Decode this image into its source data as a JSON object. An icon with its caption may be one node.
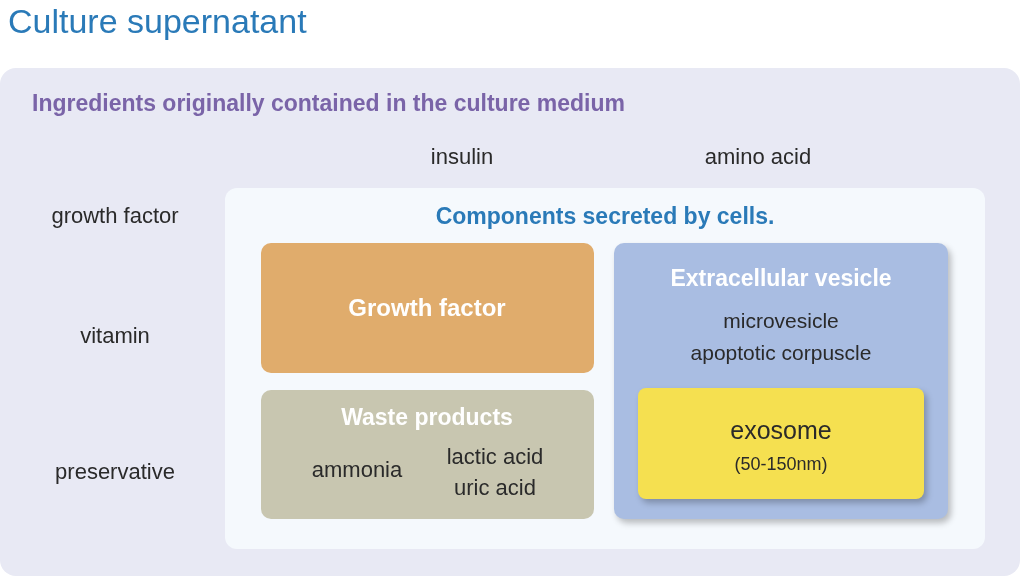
{
  "diagram": {
    "title": "Culture supernatant",
    "nodes": [
      {
        "text": [
          "Ingredients originally contained in the culture medium"
        ]
      },
      {
        "text": [
          "Components secreted by cells."
        ],
        "in": 0
      },
      {
        "text": [
          "Growth factor"
        ],
        "in": 1
      },
      {
        "text": [
          "Waste products",
          "ammonia",
          "lactic acid",
          "uric acid"
        ],
        "in": 1
      },
      {
        "text": [
          "Extracellular vesicle",
          "microvesicle",
          "apoptotic corpuscle"
        ],
        "in": 1
      },
      {
        "text": [
          "exosome",
          "(50-150nm)"
        ],
        "in": 4
      }
    ],
    "labels": [
      "insulin",
      "amino acid",
      "growth factor",
      "vitamin",
      "preservative"
    ]
  }
}
